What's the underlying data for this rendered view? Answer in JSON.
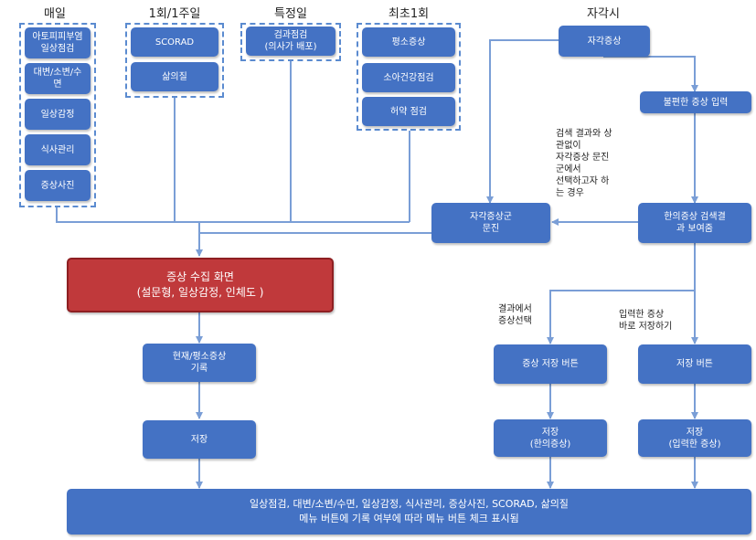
{
  "groups": {
    "daily": {
      "title": "매일",
      "items": [
        "아토피피부염\n일상점검",
        "대변/소변/수\n면",
        "일상감정",
        "식사관리",
        "증상사진"
      ]
    },
    "weekly": {
      "title": "1회/1주일",
      "items": [
        "SCORAD",
        "삶의질"
      ]
    },
    "specific": {
      "title": "특정일",
      "items": [
        "검과점검\n(의사가 배포)"
      ]
    },
    "first": {
      "title": "최초1회",
      "items": [
        "평소증상",
        "소아건강점검",
        "허약 점검"
      ]
    },
    "onset": {
      "title": "자각시"
    }
  },
  "nodes": {
    "subjective": "자각증상",
    "input_symptom": "불편한 증상 입력",
    "subjective_group": "자각증상군\n문진",
    "korean_result": "한의증상 검색결\n과 보여줌",
    "main_screen": "증상 수집 화면\n(설문형, 일상감정, 인체도 )",
    "record": "현재/평소증상\n기록",
    "save_left": "저장",
    "symptom_save_btn": "증상 저장 버튼",
    "save_btn": "저장 버튼",
    "save_korean": "저장\n(한의증상)",
    "save_input": "저장\n(입력한 증상)",
    "bottom": "일상점검, 대변/소변/수면, 일상감정, 식사관리, 증상사진, SCORAD, 삶의질\n메뉴 버튼에 기록 여부에 따라 메뉴 버튼 체크 표시됨"
  },
  "notes": {
    "search_case": "검색 결과와 상\n관없이\n자각증상 문진\n군에서\n선택하고자 하\n는 경우",
    "choose_from_result": "결과에서\n증상선택",
    "save_as_input": "입력한 증상\n바로 저장하기"
  },
  "colors": {
    "box": "#4472c4",
    "main": "#c0393b",
    "line": "#7a9ed6"
  }
}
